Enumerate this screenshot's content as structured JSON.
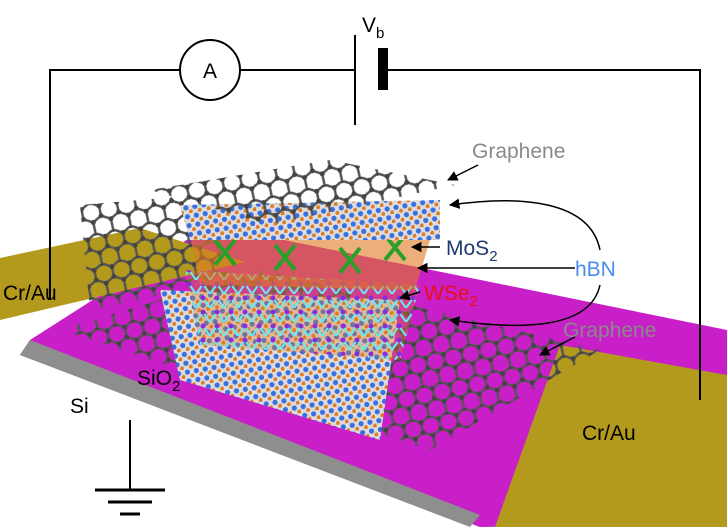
{
  "labels": {
    "voltage": "V",
    "voltage_sub": "b",
    "ammeter": "A",
    "graphene_top": "Graphene",
    "mos2": "MoS",
    "mos2_sub": "2",
    "hbn": "hBN",
    "wse2": "WSe",
    "wse2_sub": "2",
    "graphene_bottom": "Graphene",
    "electrode_left": "Cr/Au",
    "electrode_right": "Cr/Au",
    "sio2": "SiO",
    "sio2_sub": "2",
    "si": "Si"
  },
  "colors": {
    "sio2": "#c81fc8",
    "si": "#a0a0a0",
    "gold": "#b39a1c",
    "graphene": "#555555",
    "hbn_blue": "#3a6fe0",
    "hbn_orange": "#e07a20",
    "mos2_green": "#2aa02a",
    "wse2_cyan": "#6ee8f0",
    "label_gray": "#8a8a8a",
    "label_mos2": "#1f3a6e",
    "label_hbn": "#4a8cf0",
    "label_wse2": "#e81010"
  }
}
